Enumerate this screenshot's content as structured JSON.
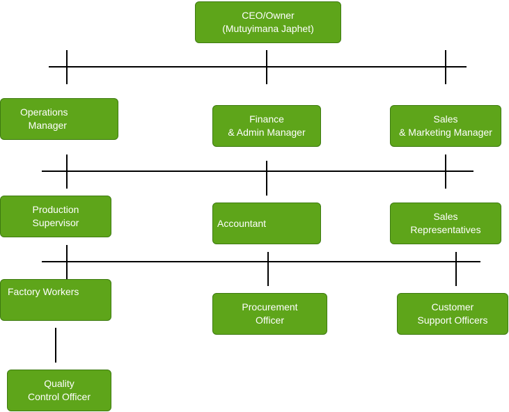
{
  "nodes": {
    "ceo": "CEO/Owner\n(Mutuyimana Japhet)",
    "operations_manager": "Operations\n   Manager",
    "finance_admin_manager": "Finance\n& Admin Manager",
    "sales_marketing_manager": "Sales\n& Marketing Manager",
    "production_supervisor": "Production\nSupervisor",
    "accountant": "Accountant",
    "sales_representatives": "Sales\nRepresentatives",
    "factory_workers": "Factory Workers",
    "procurement_officer": "Procurement\nOfficer",
    "customer_support_officers": "Customer\nSupport Officers",
    "quality_control_officer": "Quality\nControl Officer"
  },
  "colors": {
    "node_fill": "#5ea51a",
    "node_border": "#3d7a10",
    "node_text": "#ffffff",
    "connector": "#000000"
  }
}
